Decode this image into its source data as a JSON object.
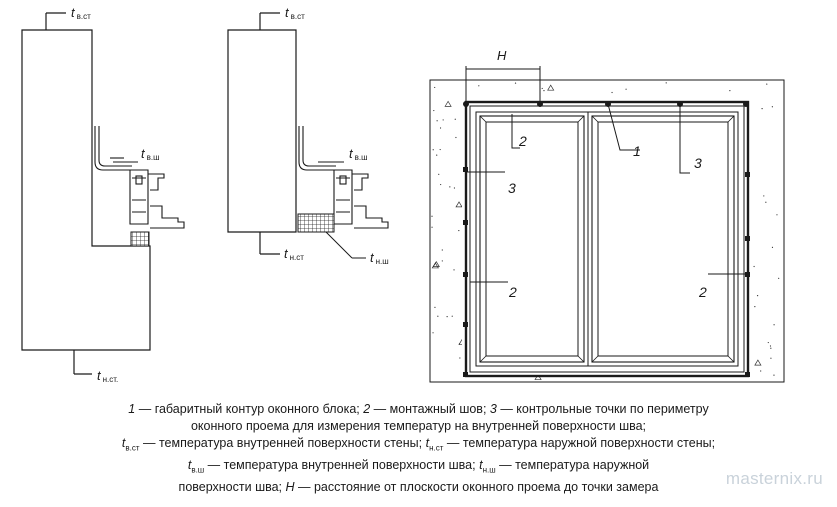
{
  "diagram": {
    "labels": {
      "t_sym": "t",
      "sub_v_st": "в.ст",
      "sub_v_sh": "в.ш",
      "sub_n_st": "н.ст",
      "sub_n_st_dot": "н.ст.",
      "sub_n_sh": "н.ш",
      "H": "H",
      "n1": "1",
      "n2": "2",
      "n3": "3"
    }
  },
  "caption": {
    "line1_n1": "1",
    "line1_a": " — габаритный контур оконного блока; ",
    "line1_n2": "2",
    "line1_b": " — монтажный шов; ",
    "line1_n3": "3",
    "line1_c": " — контрольные точки по периметру",
    "line2": "оконного проема для измерения температур на внутренней поверхности шва;",
    "line3_t1": "t",
    "line3_s1": "в.ст",
    "line3_a": " — температура внутренней поверхности стены; ",
    "line3_t2": "t",
    "line3_s2": "н.ст",
    "line3_b": " — температура наружной поверхности стены;",
    "line4_t1": "t",
    "line4_s1": "в.ш",
    "line4_a": " — температура внутренней поверхности шва; ",
    "line4_t2": "t",
    "line4_s2": "н.ш",
    "line4_b": " — температура наружной",
    "line5_a": "поверхности шва; ",
    "line5_H": "H",
    "line5_b": " — расстояние от плоскости оконного проема до точки замера"
  },
  "watermark": "masternix.ru"
}
